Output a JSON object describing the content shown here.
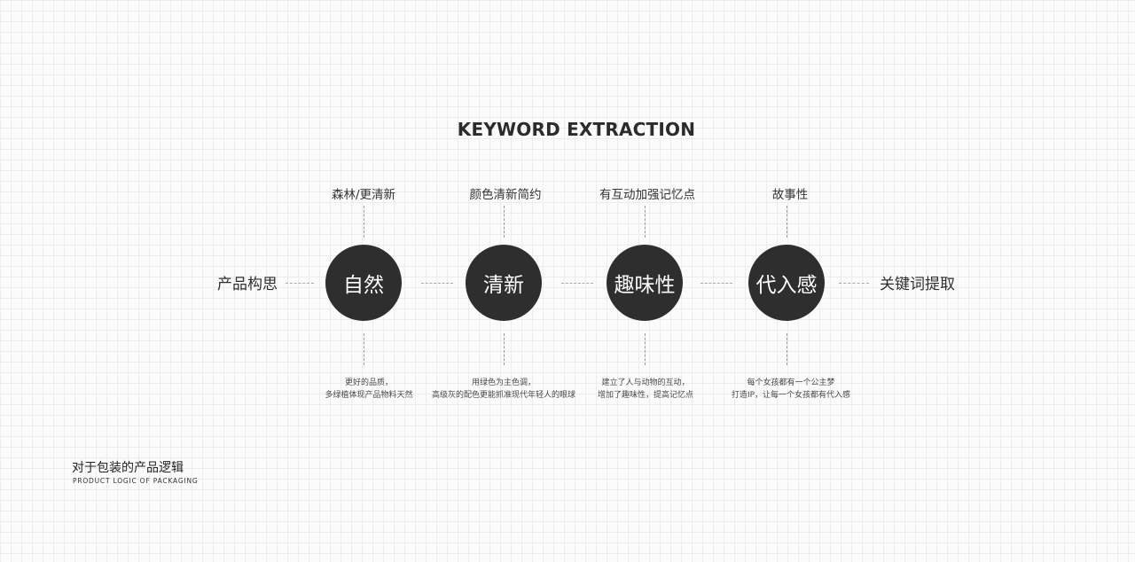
{
  "title": "KEYWORD EXTRACTION",
  "left_label": "产品构思",
  "right_label": "关键词提取",
  "nodes": [
    {
      "keyword": "自然",
      "top_label": "森林/更清新",
      "desc": [
        "更好的品质，",
        "多绿植体现产品物料天然"
      ]
    },
    {
      "keyword": "清新",
      "top_label": "颜色清新简约",
      "desc": [
        "用绿色为主色调，",
        "高级灰的配色更能抓准现代年轻人的眼球"
      ]
    },
    {
      "keyword": "趣味性",
      "top_label": "有互动加强记忆点",
      "desc": [
        "建立了人与动物的互动，",
        "增加了趣味性，提高记忆点"
      ]
    },
    {
      "keyword": "代入感",
      "top_label": "故事性",
      "desc": [
        "每个女孩都有一个公主梦",
        "打造IP，让每一个女孩都有代入感"
      ]
    }
  ],
  "footer": {
    "title": "对于包装的产品逻辑",
    "subtitle": "PRODUCT LOGIC OF PACKAGING"
  },
  "colors": {
    "node_fill": "#2e2e2e",
    "node_text": "#ffffff",
    "connector": "#a8a8a8"
  }
}
